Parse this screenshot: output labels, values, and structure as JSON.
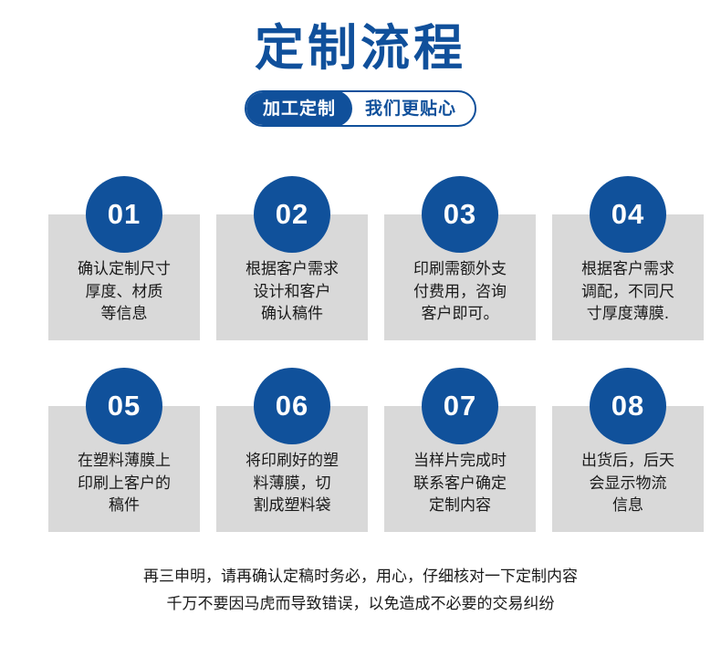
{
  "header": {
    "title": "定制流程",
    "pill_left": "加工定制",
    "pill_right": "我们更贴心",
    "title_color": "#10509b",
    "pill_fill_color": "#10509b"
  },
  "theme": {
    "accent_blue": "#10519b",
    "card_gray": "#d9d9d9",
    "text_dark": "#1a1a1a",
    "background": "#ffffff"
  },
  "steps": [
    {
      "number": "01",
      "lines": [
        "确认定制尺寸",
        "厚度、材质",
        "等信息"
      ]
    },
    {
      "number": "02",
      "lines": [
        "根据客户需求",
        "设计和客户",
        "确认稿件"
      ]
    },
    {
      "number": "03",
      "lines": [
        "印刷需额外支",
        "付费用，咨询",
        "客户即可。"
      ]
    },
    {
      "number": "04",
      "lines": [
        "根据客户需求",
        "调配，不同尺",
        "寸厚度薄膜."
      ]
    },
    {
      "number": "05",
      "lines": [
        "在塑料薄膜上",
        "印刷上客户的",
        "稿件"
      ]
    },
    {
      "number": "06",
      "lines": [
        "将印刷好的塑",
        "料薄膜，切",
        "割成塑料袋"
      ]
    },
    {
      "number": "07",
      "lines": [
        "当样片完成时",
        "联系客户确定",
        "定制内容"
      ]
    },
    {
      "number": "08",
      "lines": [
        "出货后，后天",
        "会显示物流",
        "信息"
      ]
    }
  ],
  "footer": {
    "line1": "再三申明，请再确认定稿时务必，用心，仔细核对一下定制内容",
    "line2": "千万不要因马虎而导致错误，以免造成不必要的交易纠纷"
  }
}
